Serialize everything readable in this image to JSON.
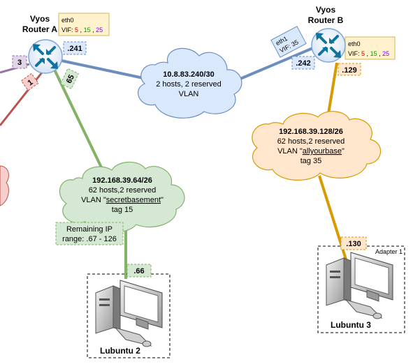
{
  "routerA": {
    "title1": "Vyos",
    "title2": "Router A",
    "eth0": "eth0",
    "vif_prefix": "VIF: ",
    "vif": [
      "5",
      "15",
      "25"
    ],
    "vif_sep": ", ",
    "ip_right": ".241",
    "badge_left": "3",
    "badge_red": "1",
    "badge_green": "65"
  },
  "routerB": {
    "title1": "Vyos",
    "title2": "Router B",
    "eth0": "eth0",
    "vif_prefix": "VIF: ",
    "vif": [
      "5",
      "15",
      "25"
    ],
    "vif_sep": ", ",
    "eth1": "eth1",
    "eth1_vif": "VIF: 35",
    "ip_left": ".242",
    "ip_bottom": ".129"
  },
  "cloudTop": {
    "line1": "10.8.83.240/30",
    "line2": "2 hosts, 2 reserved",
    "line3": "VLAN"
  },
  "cloudRight": {
    "line1": "192.168.39.128/26",
    "line2": "62 hosts,2 reserved",
    "vlan_prefix": "VLAN \"",
    "vlan_name": "allyourbase",
    "vlan_suffix": "\"",
    "tag": "tag 35"
  },
  "cloudLeft": {
    "line1": "192.168.39.64/26",
    "line2": "62 hosts,2 reserved",
    "vlan_prefix": "VLAN \"",
    "vlan_name": "secretbasement",
    "vlan_suffix": "\"",
    "tag": "tag 15"
  },
  "remaining": {
    "line1": "Remaining IP",
    "line2": "range: .67 - 126"
  },
  "lubuntu2": {
    "ip": ".66",
    "label": "Lubuntu 2"
  },
  "lubuntu3": {
    "ip": ".130",
    "adapter": "Adapter 1",
    "label": "Lubuntu 3"
  },
  "colors": {
    "blue_link": "#6c8ebf",
    "green_link": "#82b366",
    "orange_link": "#d79b00",
    "red_link": "#b85450",
    "purple_link": "#9673a6",
    "vif1": "#cc0000",
    "vif2": "#009900",
    "vif3": "#7f00ff"
  }
}
